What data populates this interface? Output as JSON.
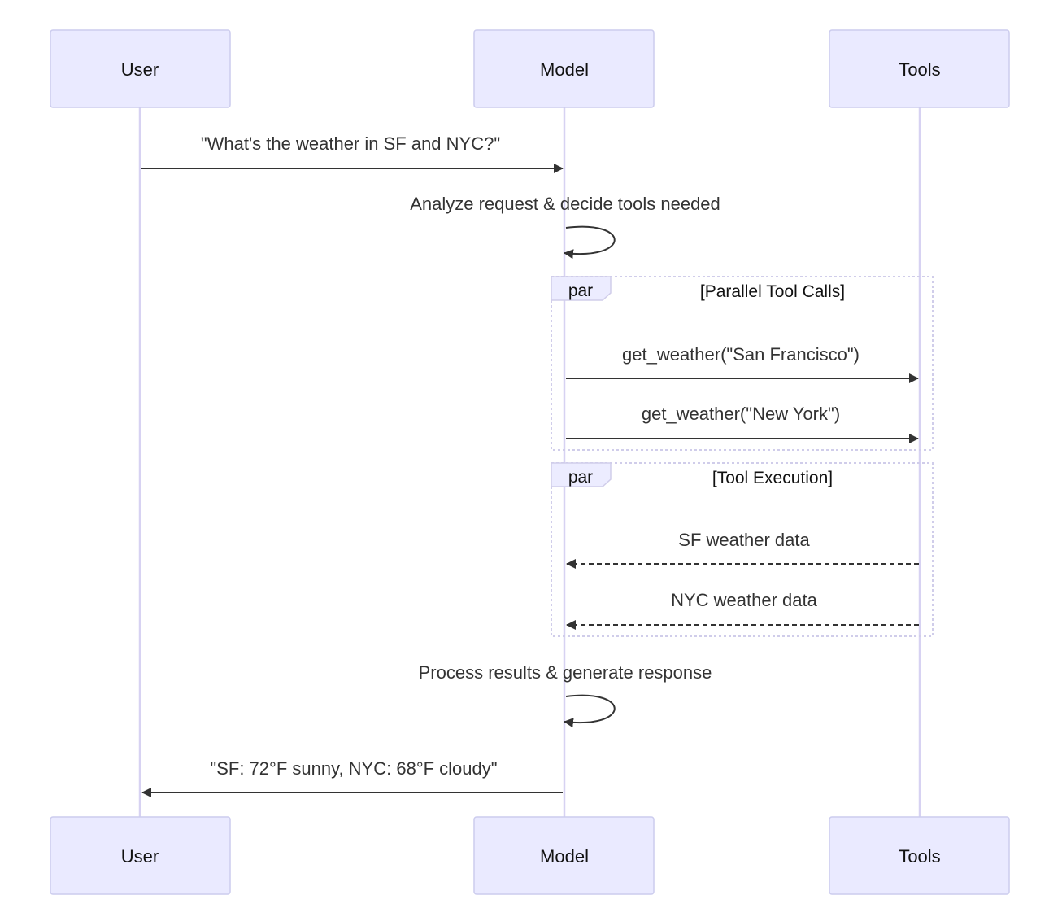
{
  "diagram": {
    "type": "sequence",
    "colors": {
      "actor_fill": "#eaeaff",
      "actor_border": "#ccccee",
      "lifeline": "#d7d2f2",
      "arrow": "#333333",
      "par_border": "#d0cdea",
      "par_label_fill": "#ececff"
    },
    "participants": [
      {
        "id": "user",
        "label": "User"
      },
      {
        "id": "model",
        "label": "Model"
      },
      {
        "id": "tools",
        "label": "Tools"
      }
    ],
    "messages": [
      {
        "id": "m1",
        "from": "user",
        "to": "model",
        "style": "solid",
        "label": "\"What's the weather in SF and NYC?\""
      },
      {
        "id": "m2",
        "from": "model",
        "to": "model",
        "style": "solid",
        "label": "Analyze request & decide tools needed"
      },
      {
        "id": "m3",
        "from": "model",
        "to": "tools",
        "style": "solid",
        "label": "get_weather(\"San Francisco\")"
      },
      {
        "id": "m4",
        "from": "model",
        "to": "tools",
        "style": "solid",
        "label": "get_weather(\"New York\")"
      },
      {
        "id": "m5",
        "from": "tools",
        "to": "model",
        "style": "dashed",
        "label": "SF weather data"
      },
      {
        "id": "m6",
        "from": "tools",
        "to": "model",
        "style": "dashed",
        "label": "NYC weather data"
      },
      {
        "id": "m7",
        "from": "model",
        "to": "model",
        "style": "solid",
        "label": "Process results & generate response"
      },
      {
        "id": "m8",
        "from": "model",
        "to": "user",
        "style": "solid",
        "label": "\"SF: 72°F sunny, NYC: 68°F cloudy\""
      }
    ],
    "fragments": [
      {
        "id": "par1",
        "keyword": "par",
        "title": "[Parallel Tool Calls]",
        "messages": [
          "m3",
          "m4"
        ]
      },
      {
        "id": "par2",
        "keyword": "par",
        "title": "[Tool Execution]",
        "messages": [
          "m5",
          "m6"
        ]
      }
    ]
  }
}
